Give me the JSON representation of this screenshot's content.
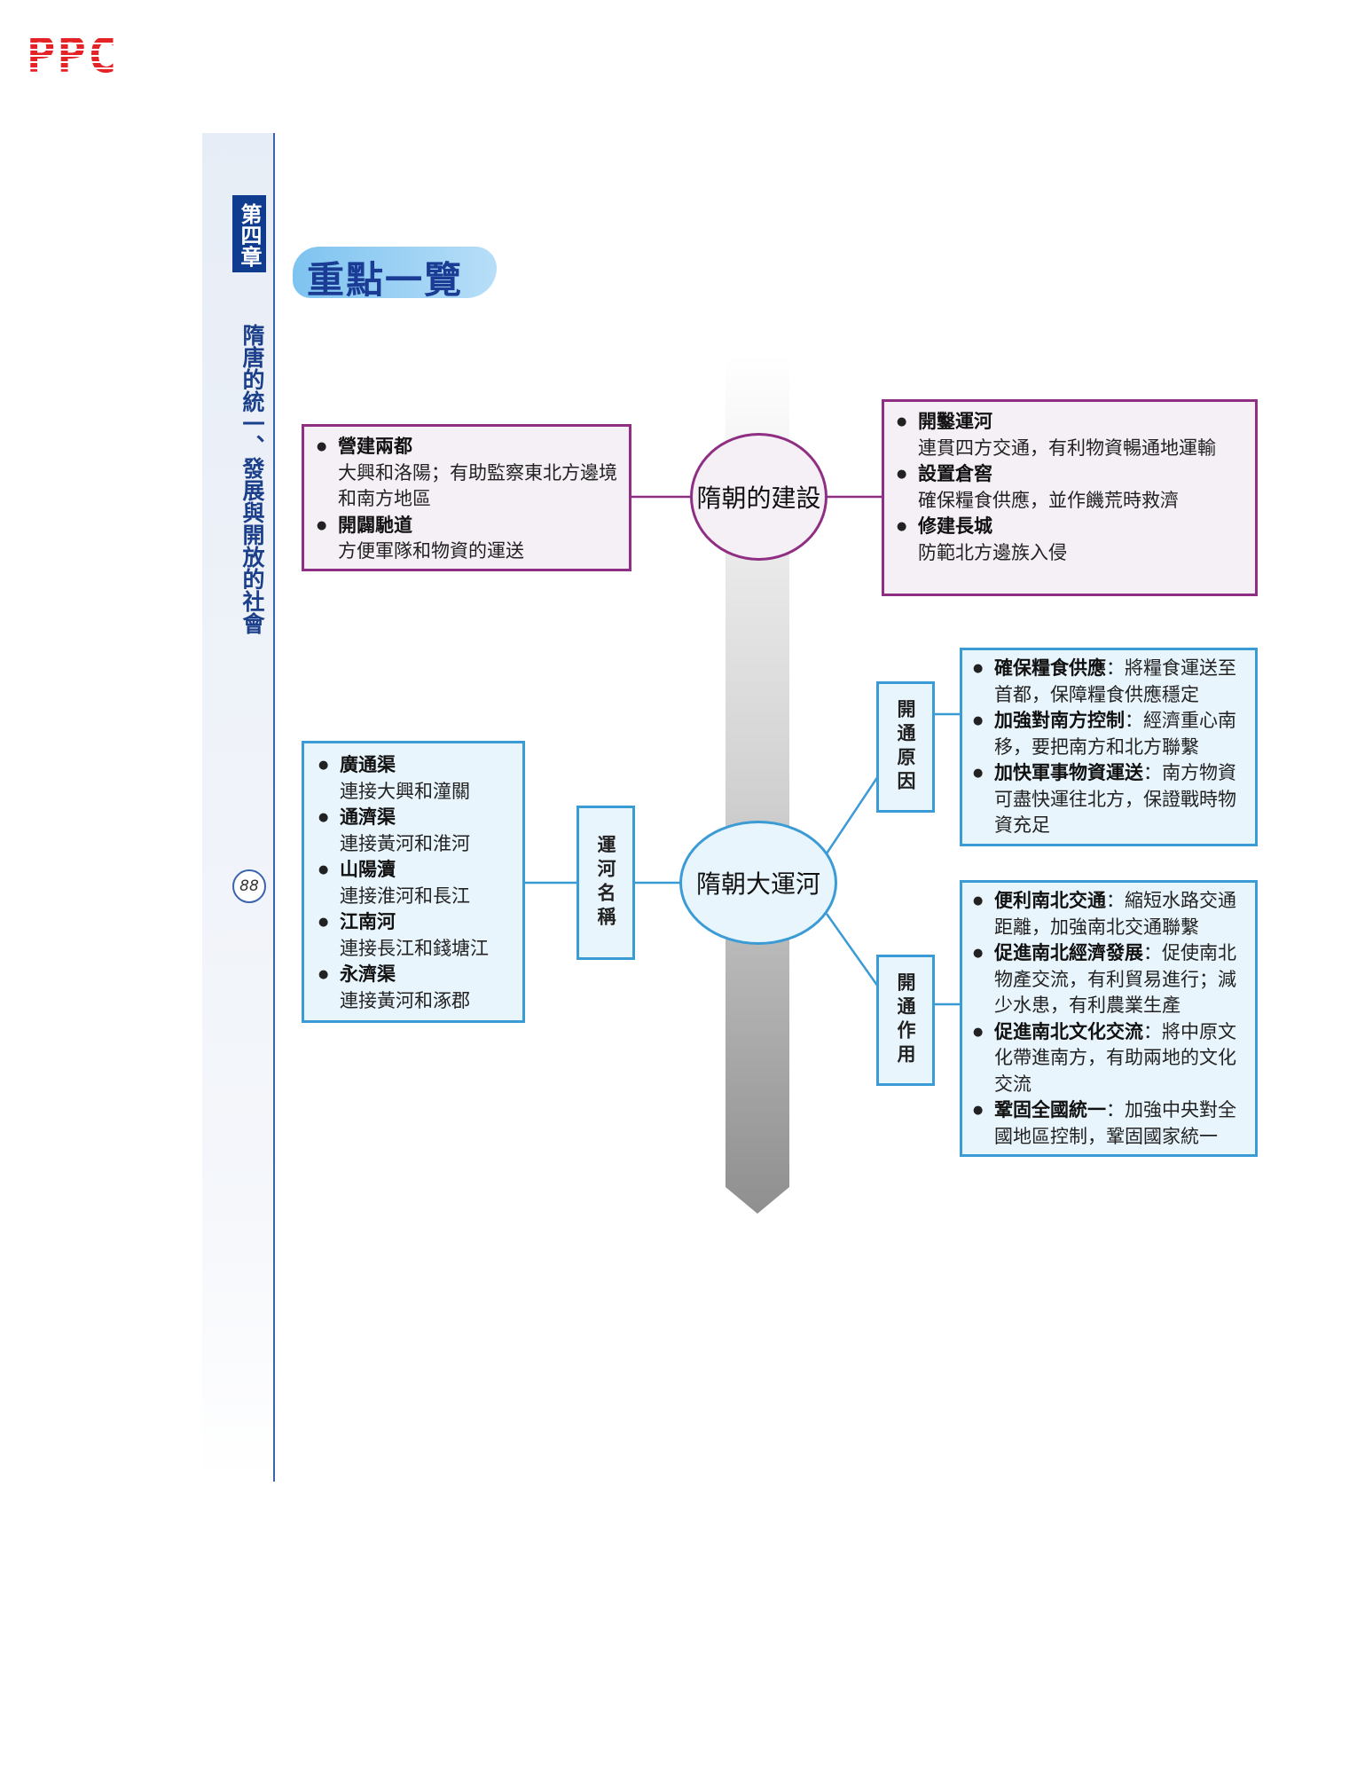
{
  "logo": "PPC",
  "chapter": {
    "number": "第四章",
    "title": "隋唐的統一、發展與開放的社會"
  },
  "page_number": "88",
  "heading": "重點一覽",
  "sui_construction": {
    "center": "隋朝的建設",
    "left_items": [
      {
        "title": "營建兩都",
        "desc": "大興和洛陽；有助監察東北方邊境和南方地區"
      },
      {
        "title": "開闢馳道",
        "desc": "方便軍隊和物資的運送"
      }
    ],
    "right_items": [
      {
        "title": "開鑿運河",
        "desc": "連貫四方交通，有利物資暢通地運輸"
      },
      {
        "title": "設置倉窖",
        "desc": "確保糧食供應，並作饑荒時救濟"
      },
      {
        "title": "修建長城",
        "desc": "防範北方邊族入侵"
      }
    ]
  },
  "grand_canal": {
    "center": "隋朝大運河",
    "names_label": "運河名稱",
    "names": [
      {
        "title": "廣通渠",
        "desc": "連接大興和潼關"
      },
      {
        "title": "通濟渠",
        "desc": "連接黃河和淮河"
      },
      {
        "title": "山陽瀆",
        "desc": "連接淮河和長江"
      },
      {
        "title": "江南河",
        "desc": "連接長江和錢塘江"
      },
      {
        "title": "永濟渠",
        "desc": "連接黃河和涿郡"
      }
    ],
    "reasons_label": "開通原因",
    "reasons": [
      {
        "title": "確保糧食供應",
        "desc": "：將糧食運送至首都，保障糧食供應穩定"
      },
      {
        "title": "加強對南方控制",
        "desc": "：經濟重心南移，要把南方和北方聯繫"
      },
      {
        "title": "加快軍事物資運送",
        "desc": "：南方物資可盡快運往北方，保證戰時物資充足"
      }
    ],
    "effects_label": "開通作用",
    "effects": [
      {
        "title": "便利南北交通",
        "desc": "：縮短水路交通距離，加強南北交通聯繫"
      },
      {
        "title": "促進南北經濟發展",
        "desc": "：促使南北物產交流，有利貿易進行；減少水患，有利農業生產"
      },
      {
        "title": "促進南北文化交流",
        "desc": "：將中原文化帶進南方，有助兩地的文化交流"
      },
      {
        "title": "鞏固全國統一",
        "desc": "：加強中央對全國地區控制，鞏固國家統一"
      }
    ]
  },
  "colors": {
    "purple": "#8e2f83",
    "blue": "#3b9bd5",
    "navy": "#0f3c8f",
    "logo_red": "#e52226"
  }
}
